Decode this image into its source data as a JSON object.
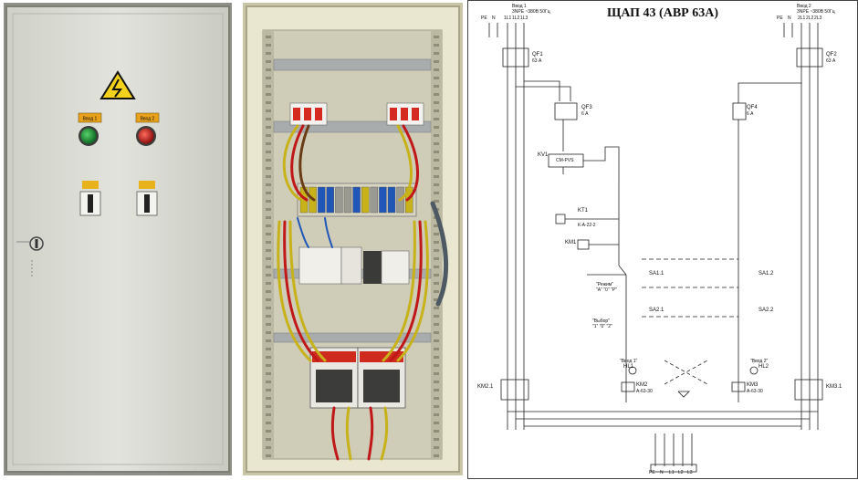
{
  "closed_cabinet": {
    "lamp_labels": [
      "Ввод 1",
      "Ввод 2"
    ],
    "lamp_colors": {
      "input1": "#1f9a3a",
      "input2": "#d9231c"
    },
    "body_color": "#d9dbd2",
    "warning_icon": "high-voltage-icon",
    "lock_icon": "lock-icon"
  },
  "open_cabinet": {
    "frame_color": "#e6e4c8",
    "wire_colors": {
      "yellow_green": "#c7b21a",
      "red": "#c01818",
      "blue": "#1f56b8",
      "brown": "#6b3b16"
    }
  },
  "schematic": {
    "title": "ЩАП 43 (АВР 63А)",
    "top_left_terminals": [
      "PE",
      "N",
      "1L1",
      "1L2",
      "1L3"
    ],
    "top_right_terminals": [
      "PE",
      "N",
      "2L1",
      "2L2",
      "2L3"
    ],
    "input_left_note": [
      "Ввод 1",
      "3NPE ~380В 50Гц"
    ],
    "input_right_note": [
      "Ввод 2",
      "3NPE ~380В 50Гц"
    ],
    "breakers": [
      {
        "id": "QF1",
        "rating": "63 А"
      },
      {
        "id": "QF2",
        "rating": "63 А"
      },
      {
        "id": "QF3",
        "rating": "6 А"
      },
      {
        "id": "QF4",
        "rating": "6 А"
      }
    ],
    "devices": {
      "kv1": "KV1",
      "kv1_type": "CM-PVS",
      "kt1": "KT1",
      "kt1_type": "К-А-22-2",
      "km1": "KM1",
      "km2": "KM2",
      "km2_type": "А-63-30",
      "km3": "KM3",
      "km3_type": "А-63-30",
      "km21": "KM2.1",
      "km31": "KM3.1",
      "sa11": "SA1.1",
      "sa12": "SA1.2",
      "sa21": "SA2.1",
      "sa22": "SA2.2",
      "hl1": "HL1",
      "hl2": "HL2",
      "mode_label": "\"Режим\"",
      "mode_positions": "\"А\"    \"0\"    \"Р\"",
      "select_label": "\"Выбор\"",
      "select_positions": "\"1\"    \"0\"    \"2\"",
      "lamp1_label": "\"Ввод 1\"",
      "lamp2_label": "\"Ввод 2\""
    },
    "bottom_terminals": [
      "PE",
      "N",
      "L1",
      "L2",
      "L3"
    ]
  }
}
